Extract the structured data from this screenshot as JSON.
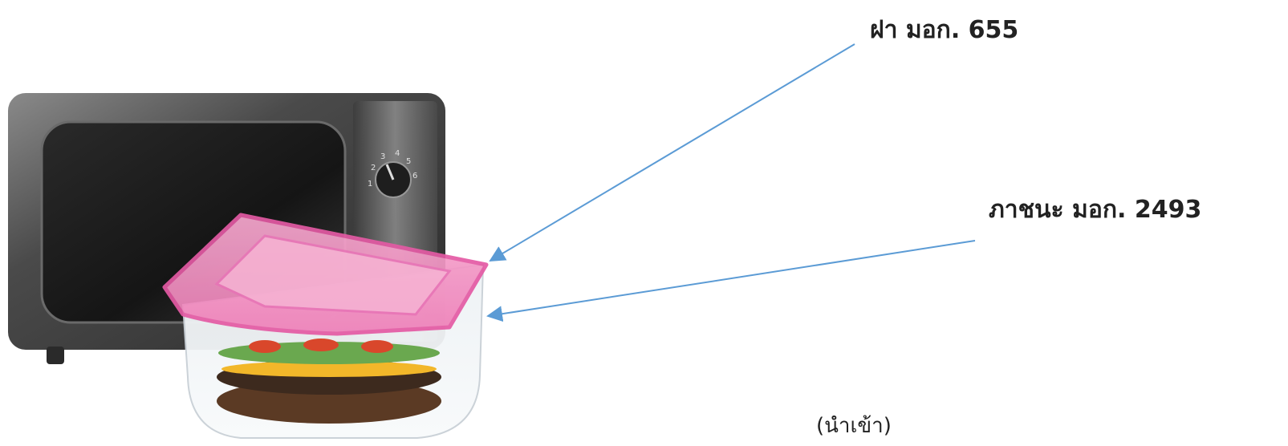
{
  "labels": {
    "lid": "ฝา มอก. 655",
    "container": "ภาชนะ มอก. 2493",
    "note": "(นำเข้า)"
  },
  "colors": {
    "arrow": "#5b9bd5",
    "label_text": "#222222",
    "lid_pink": "#ec6fb0",
    "microwave_body": "#5a5a5a"
  },
  "illustration": {
    "subject": "microwave oven with pink-lidded plastic food container holding a burger",
    "dial_numbers": [
      "1",
      "2",
      "3",
      "4",
      "5",
      "6"
    ]
  }
}
